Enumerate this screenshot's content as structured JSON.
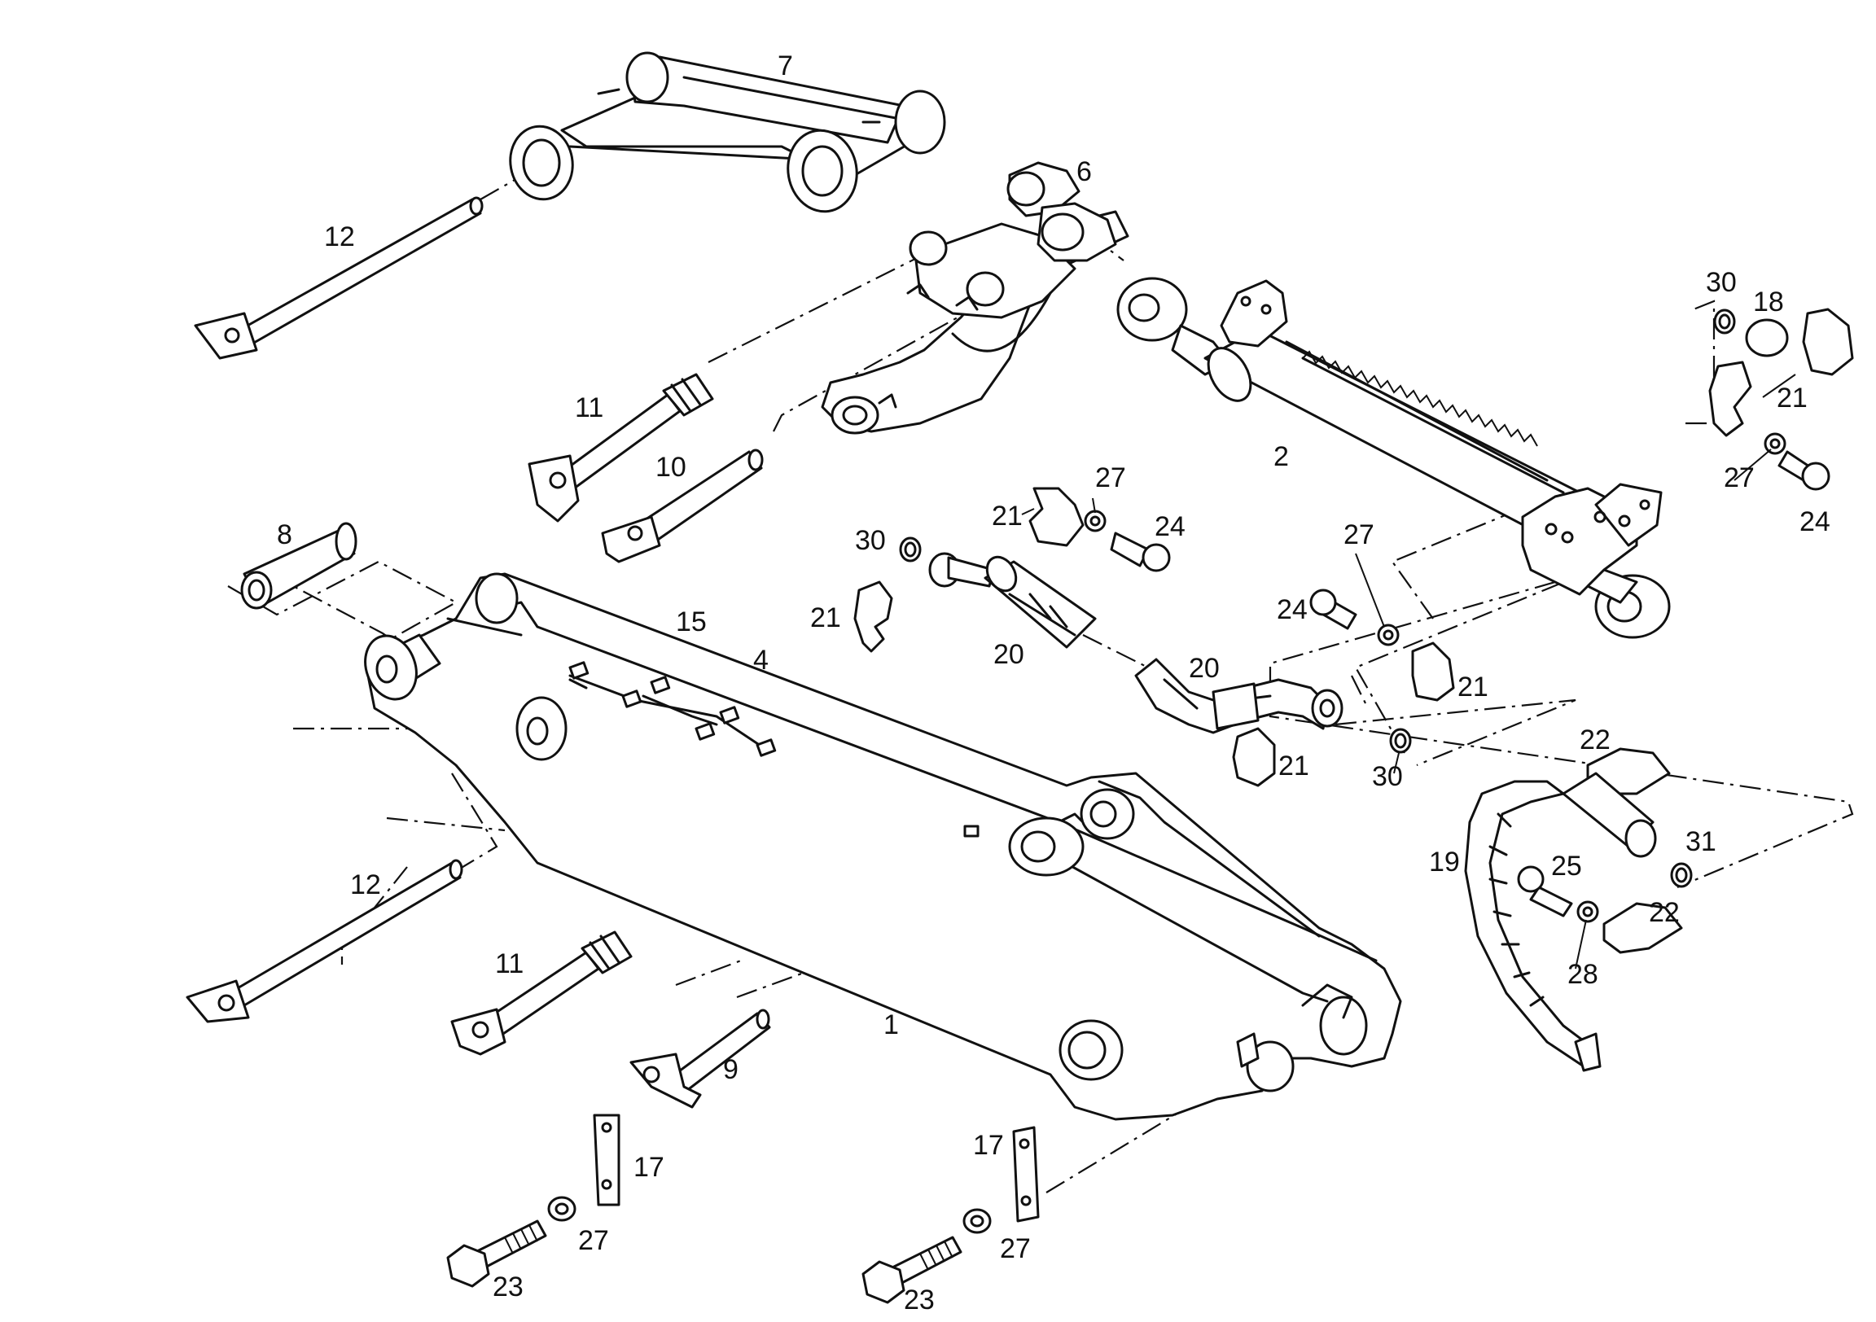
{
  "labels": {
    "l1": "1",
    "l2": "2",
    "l4": "4",
    "l6": "6",
    "l7": "7",
    "l8": "8",
    "l9": "9",
    "l10": "10",
    "l11a": "11",
    "l11b": "11",
    "l12a": "12",
    "l12b": "12",
    "l15": "15",
    "l17a": "17",
    "l17b": "17",
    "l18": "18",
    "l19": "19",
    "l20a": "20",
    "l20b": "20",
    "l21a": "21",
    "l21b": "21",
    "l21c": "21",
    "l21d": "21",
    "l21e": "21",
    "l22a": "22",
    "l22b": "22",
    "l23a": "23",
    "l23b": "23",
    "l24a": "24",
    "l24b": "24",
    "l24c": "24",
    "l25": "25",
    "l27a": "27",
    "l27b": "27",
    "l27c": "27",
    "l27d": "27",
    "l27e": "27",
    "l28": "28",
    "l30a": "30",
    "l30b": "30",
    "l30c": "30",
    "l31": "31"
  }
}
